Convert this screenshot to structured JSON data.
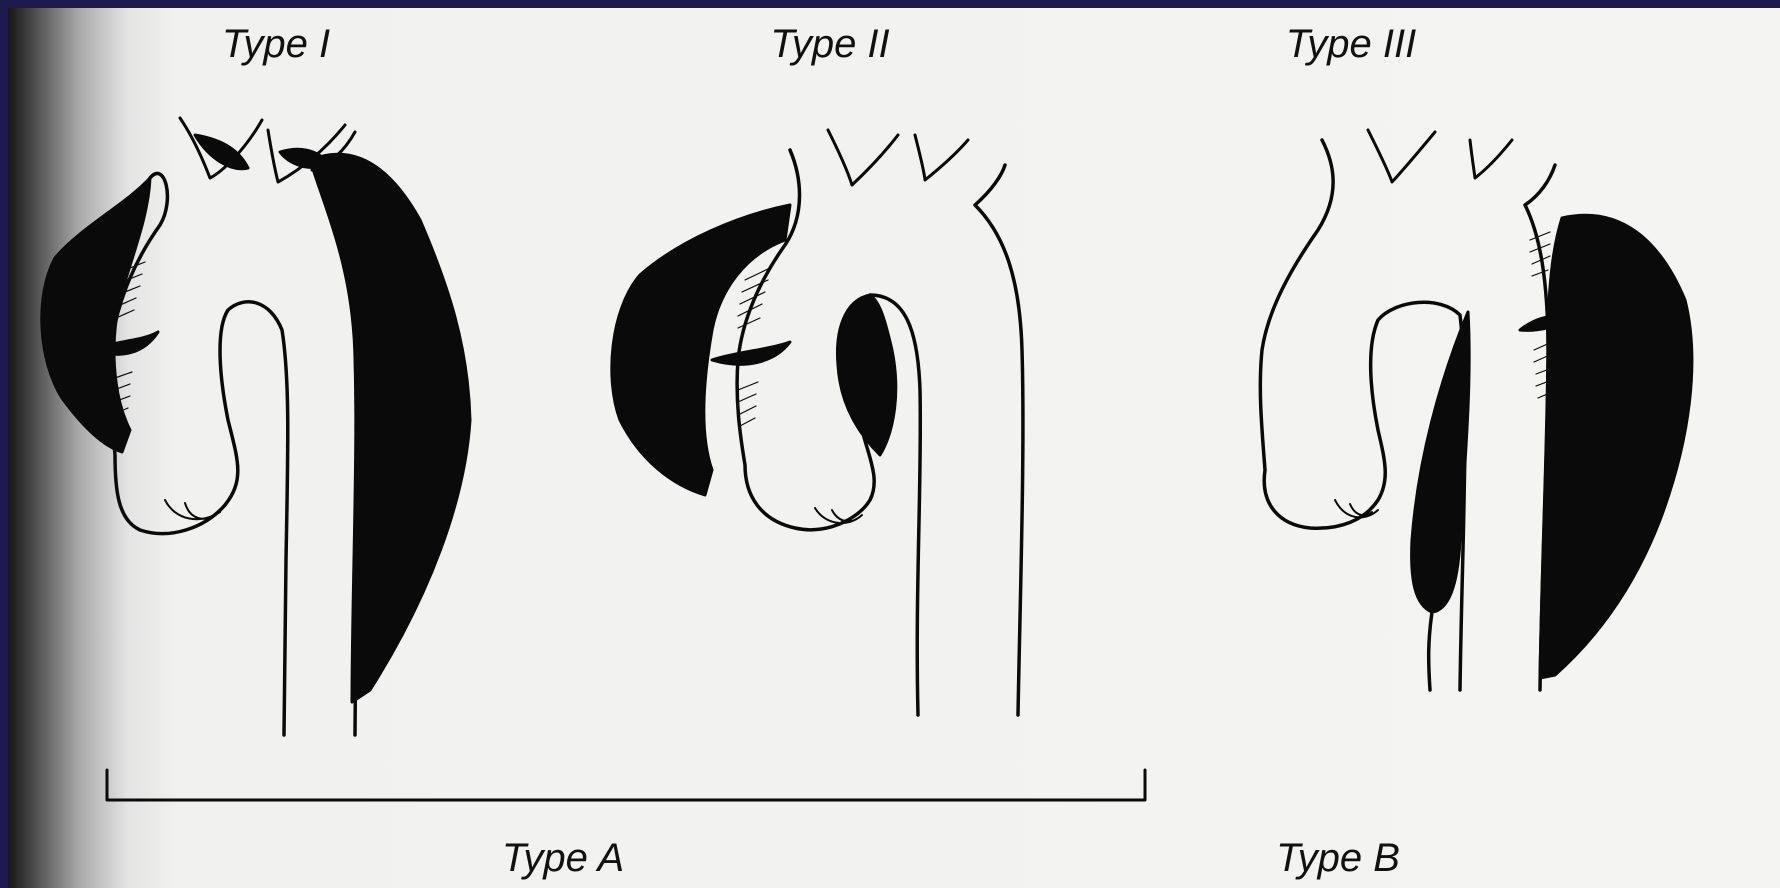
{
  "labels": {
    "type_i": "Type I",
    "type_ii": "Type II",
    "type_iii": "Type III",
    "type_a": "Type A",
    "type_b": "Type B"
  },
  "colors": {
    "frame": "#1c1a4e",
    "paper": "#f3f3f1",
    "ink": "#0a0a0a",
    "vessel": "#ffffff"
  }
}
